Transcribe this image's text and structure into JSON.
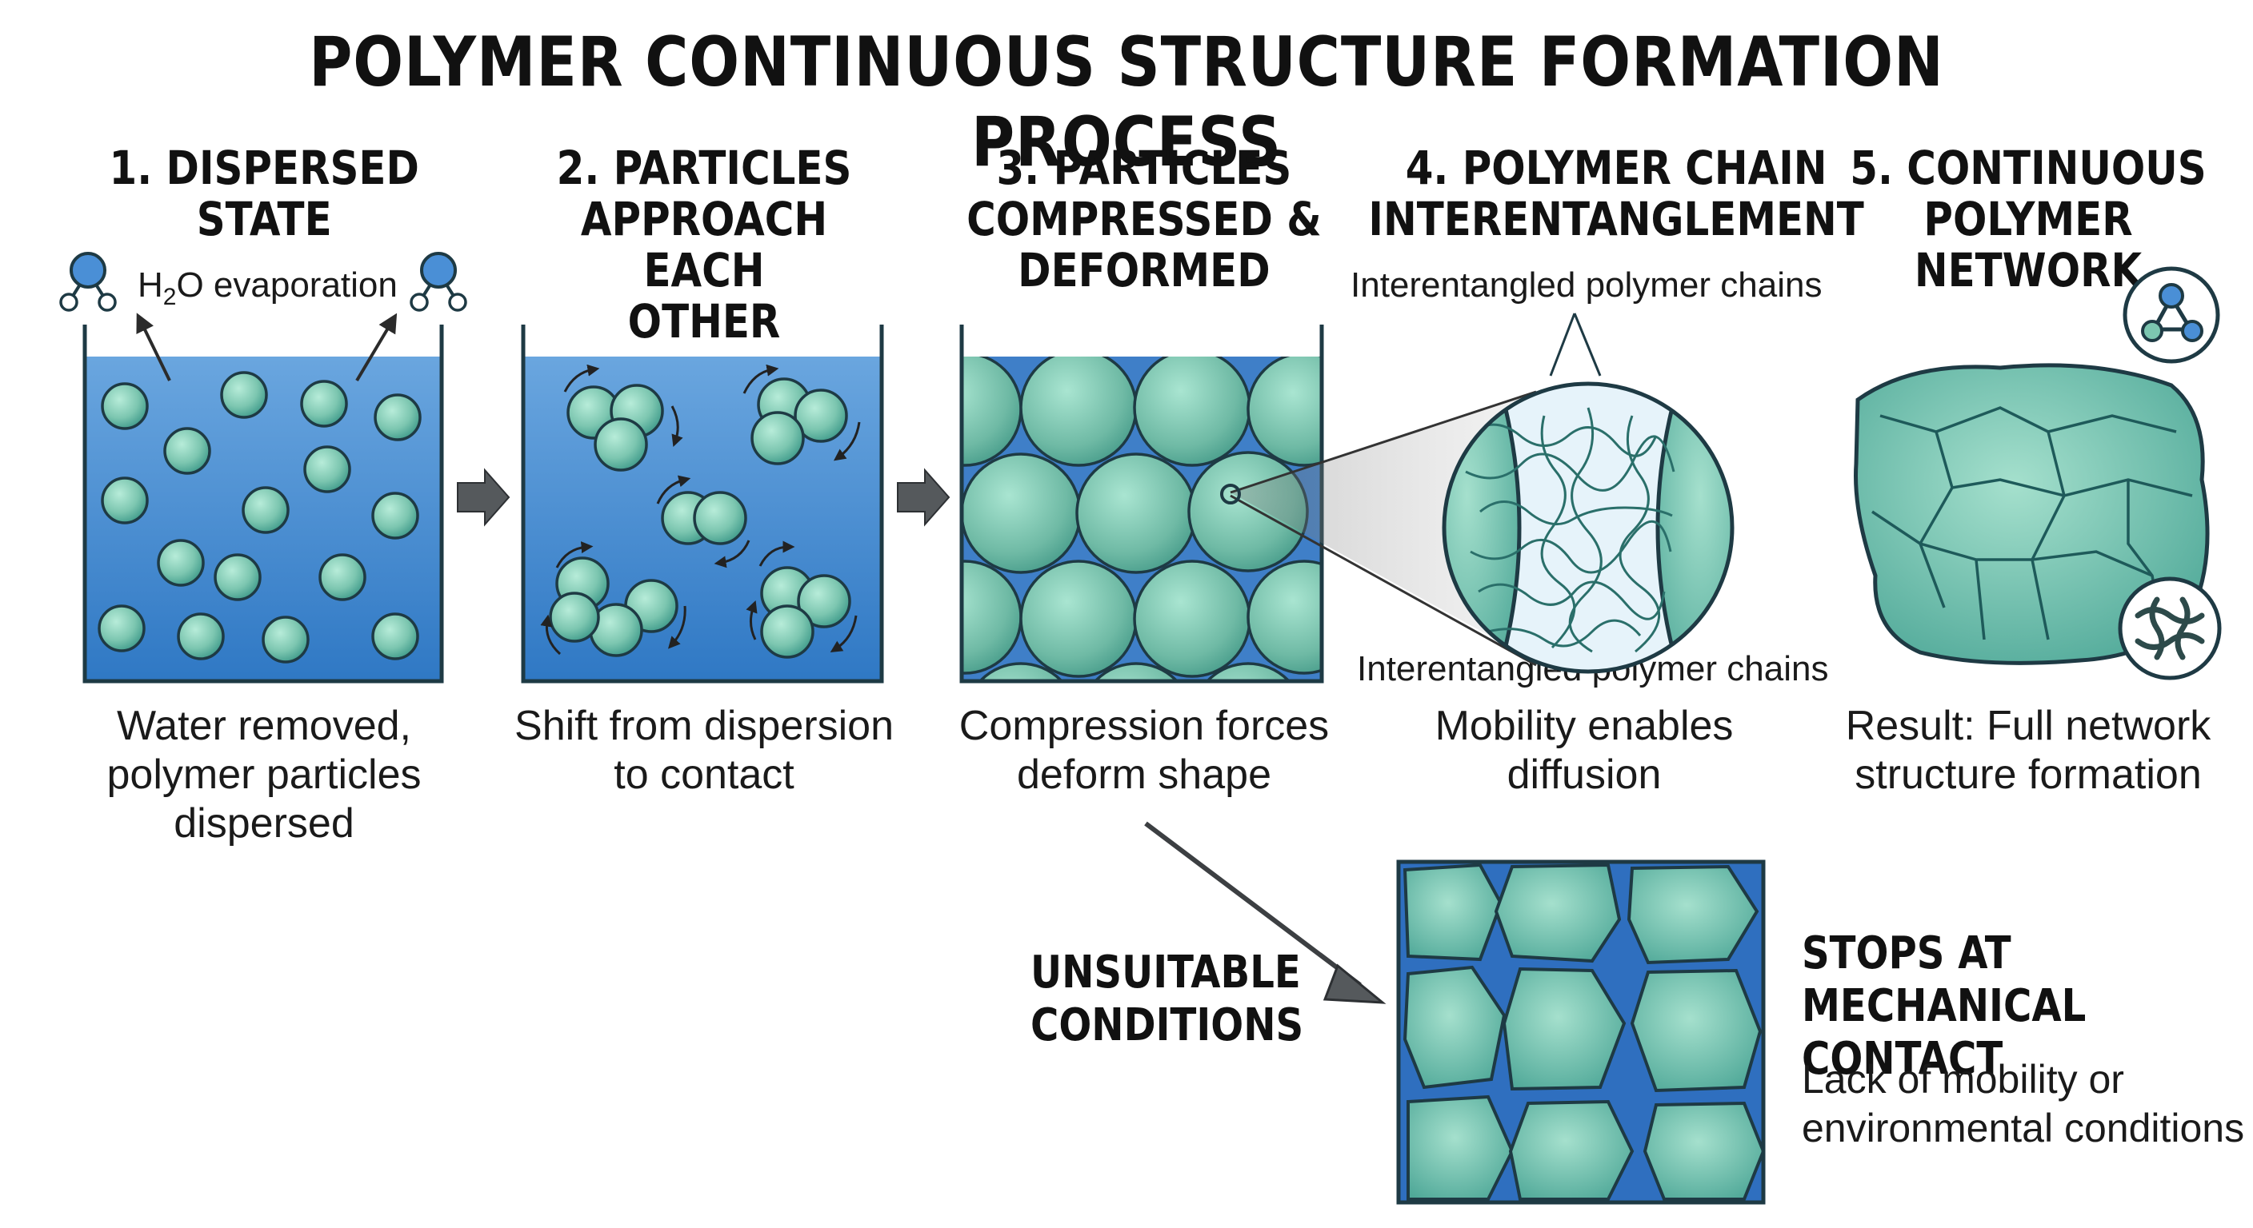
{
  "title": "POLYMER CONTINUOUS STRUCTURE FORMATION PROCESS",
  "steps": [
    {
      "heading": "1. DISPERSED\nSTATE",
      "caption": "Water removed,\npolymer particles\ndispersed"
    },
    {
      "heading": "2. PARTICLES\nAPPROACH EACH\nOTHER",
      "caption": "Shift from dispersion\nto contact"
    },
    {
      "heading": "3. PARTICLES\nCOMPRESSED &\nDEFORMED",
      "caption": "Compression forces\ndeform shape"
    },
    {
      "heading": "4. POLYMER CHAIN\nINTERENTANGLEMENT",
      "caption": "Mobility enables\ndiffusion"
    },
    {
      "heading": "5. CONTINUOUS\nPOLYMER NETWORK",
      "caption": "Result: Full network\nstructure formation"
    }
  ],
  "evaporation": {
    "prefix": "H",
    "subscript": "2",
    "suffix": "O evaporation"
  },
  "chains_label_top": "Interentangled polymer chains",
  "chains_label_bottom": "Interentangled polymer chains",
  "unsuitable": "UNSUITABLE\nCONDITIONS",
  "stops": {
    "heading": "STOPS AT\nMECHANICAL CONTACT",
    "body": "Lack of mobility or\nenvironmental conditions"
  },
  "colors": {
    "water_top": "#6aa6df",
    "water_bottom": "#2f78c4",
    "particle_light": "#a6e3cf",
    "particle_dark": "#3e9a8a",
    "outline": "#1e3a44",
    "arrow": "#55595c"
  }
}
